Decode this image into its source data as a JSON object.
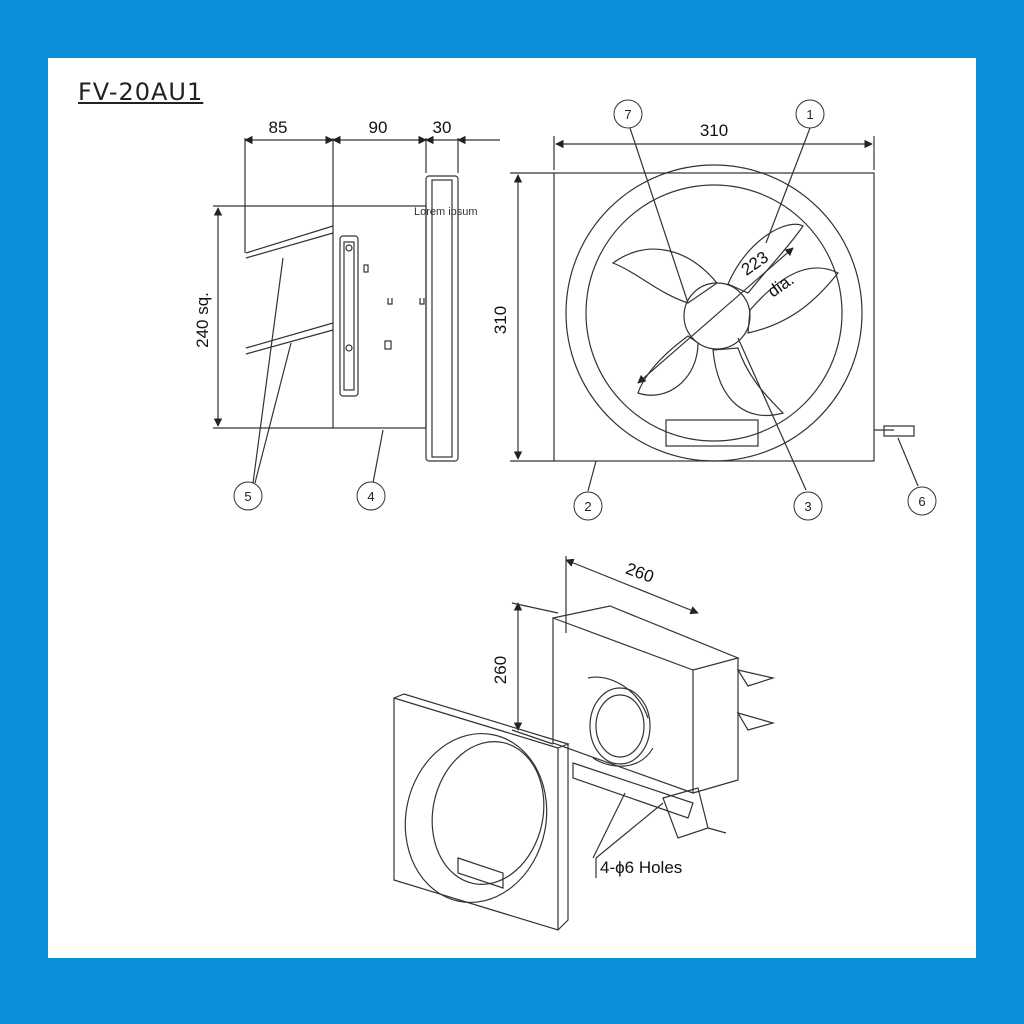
{
  "title": "FV-20AU1",
  "side_view": {
    "dims": {
      "depth1": "85",
      "depth2": "90",
      "depth3": "30",
      "height": "240 sq."
    },
    "label_text": "Lorem ipsum"
  },
  "front_view": {
    "dims": {
      "width": "310",
      "height": "310",
      "diameter": "223",
      "diameter_unit": "dia."
    }
  },
  "perspective_view": {
    "dims": {
      "width": "260",
      "height": "260"
    },
    "holes_label": "4-ϕ6 Holes"
  },
  "callouts": [
    "1",
    "2",
    "3",
    "4",
    "5",
    "6",
    "7"
  ],
  "colors": {
    "border": "#0a8fd8",
    "line": "#222222"
  }
}
